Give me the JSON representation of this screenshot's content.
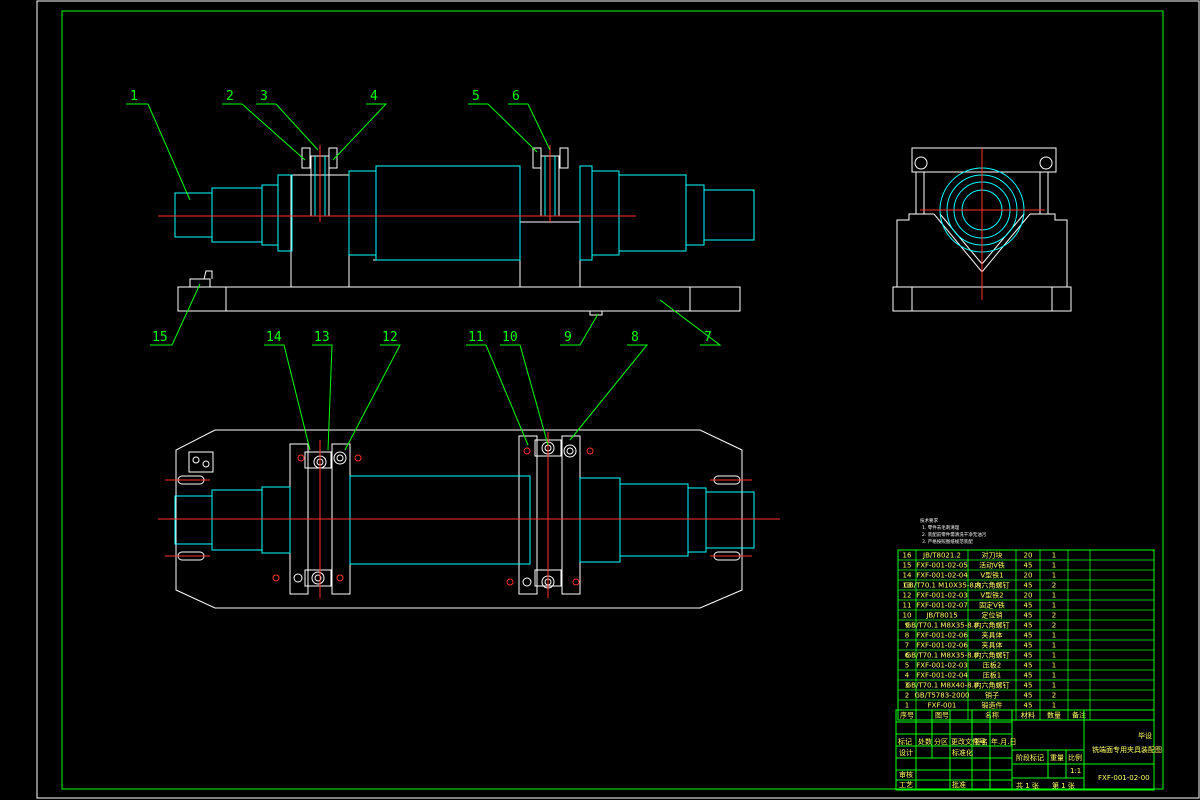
{
  "colors": {
    "background": "#000000",
    "frame": "#ffffff",
    "border": "#00ff00",
    "geometry": "#ffffff",
    "part": "#00ffff",
    "centerline": "#ff3030",
    "leader": "#00ff00",
    "table_text": "#ffff66"
  },
  "drawing": {
    "balloons": [
      "1",
      "2",
      "3",
      "4",
      "5",
      "6",
      "7",
      "8",
      "9",
      "10",
      "11",
      "12",
      "13",
      "14",
      "15"
    ]
  },
  "notes": {
    "title": "技术要求",
    "lines": [
      "1. 零件去毛刺清理",
      "2. 装配前零件需清洗干净无油污",
      "3. 严格按照图纸规范装配"
    ]
  },
  "bom": {
    "rows": [
      [
        "16",
        "JB/T8021.2",
        "对刀块",
        "20",
        "1",
        ""
      ],
      [
        "15",
        "FXF-001-02-05",
        "活动V铁",
        "45",
        "1",
        ""
      ],
      [
        "14",
        "FXF-001-02-04",
        "V型铁1",
        "20",
        "1",
        ""
      ],
      [
        "13",
        "GB/T70.1 M10X35-8.8",
        "内六角螺钉",
        "45",
        "2",
        ""
      ],
      [
        "12",
        "FXF-001-02-03",
        "V型铁2",
        "20",
        "1",
        ""
      ],
      [
        "11",
        "FXF-001-02-07",
        "固定V铁",
        "45",
        "1",
        ""
      ],
      [
        "10",
        "JB/T8015",
        "定位销",
        "45",
        "2",
        ""
      ],
      [
        "9",
        "GB/T70.1 M8X35-8.8",
        "内六角螺钉",
        "45",
        "2",
        ""
      ],
      [
        "8",
        "FXF-001-02-06",
        "夹具体",
        "45",
        "1",
        ""
      ],
      [
        "7",
        "FXF-001-02-06",
        "夹具体",
        "45",
        "1",
        ""
      ],
      [
        "6",
        "GB/T70.1 M8X35-8.8",
        "内六角螺钉",
        "45",
        "1",
        ""
      ],
      [
        "5",
        "FXF-001-02-03",
        "压板2",
        "45",
        "1",
        ""
      ],
      [
        "4",
        "FXF-001-02-04",
        "压板1",
        "45",
        "1",
        ""
      ],
      [
        "3",
        "GB/T70.1 M8X40-8.8",
        "内六角螺钉",
        "45",
        "1",
        ""
      ],
      [
        "2",
        "GB/T5783-2000",
        "销子",
        "45",
        "2",
        ""
      ],
      [
        "1",
        "FXF-001",
        "锻造件",
        "45",
        "1",
        ""
      ]
    ],
    "header": [
      "序号",
      "图号",
      "名称",
      "材料",
      "数量",
      "备注"
    ]
  },
  "titleblock": {
    "drawing_name": "铣端面专用夹具装配图",
    "drawing_number": "FXF-001-02-00",
    "sheet_total": "共 1 张",
    "sheet_no": "第 1 张",
    "scale": "1:1",
    "revision_labels": [
      "标记",
      "处数",
      "分区",
      "更改文件号",
      "签名",
      "年.月.日"
    ],
    "roles": [
      "设计",
      "审核",
      "工艺"
    ],
    "field_labels": [
      "标准化",
      "批准",
      "阶段标记",
      "重量",
      "比例"
    ],
    "small_mark": "毕设"
  }
}
